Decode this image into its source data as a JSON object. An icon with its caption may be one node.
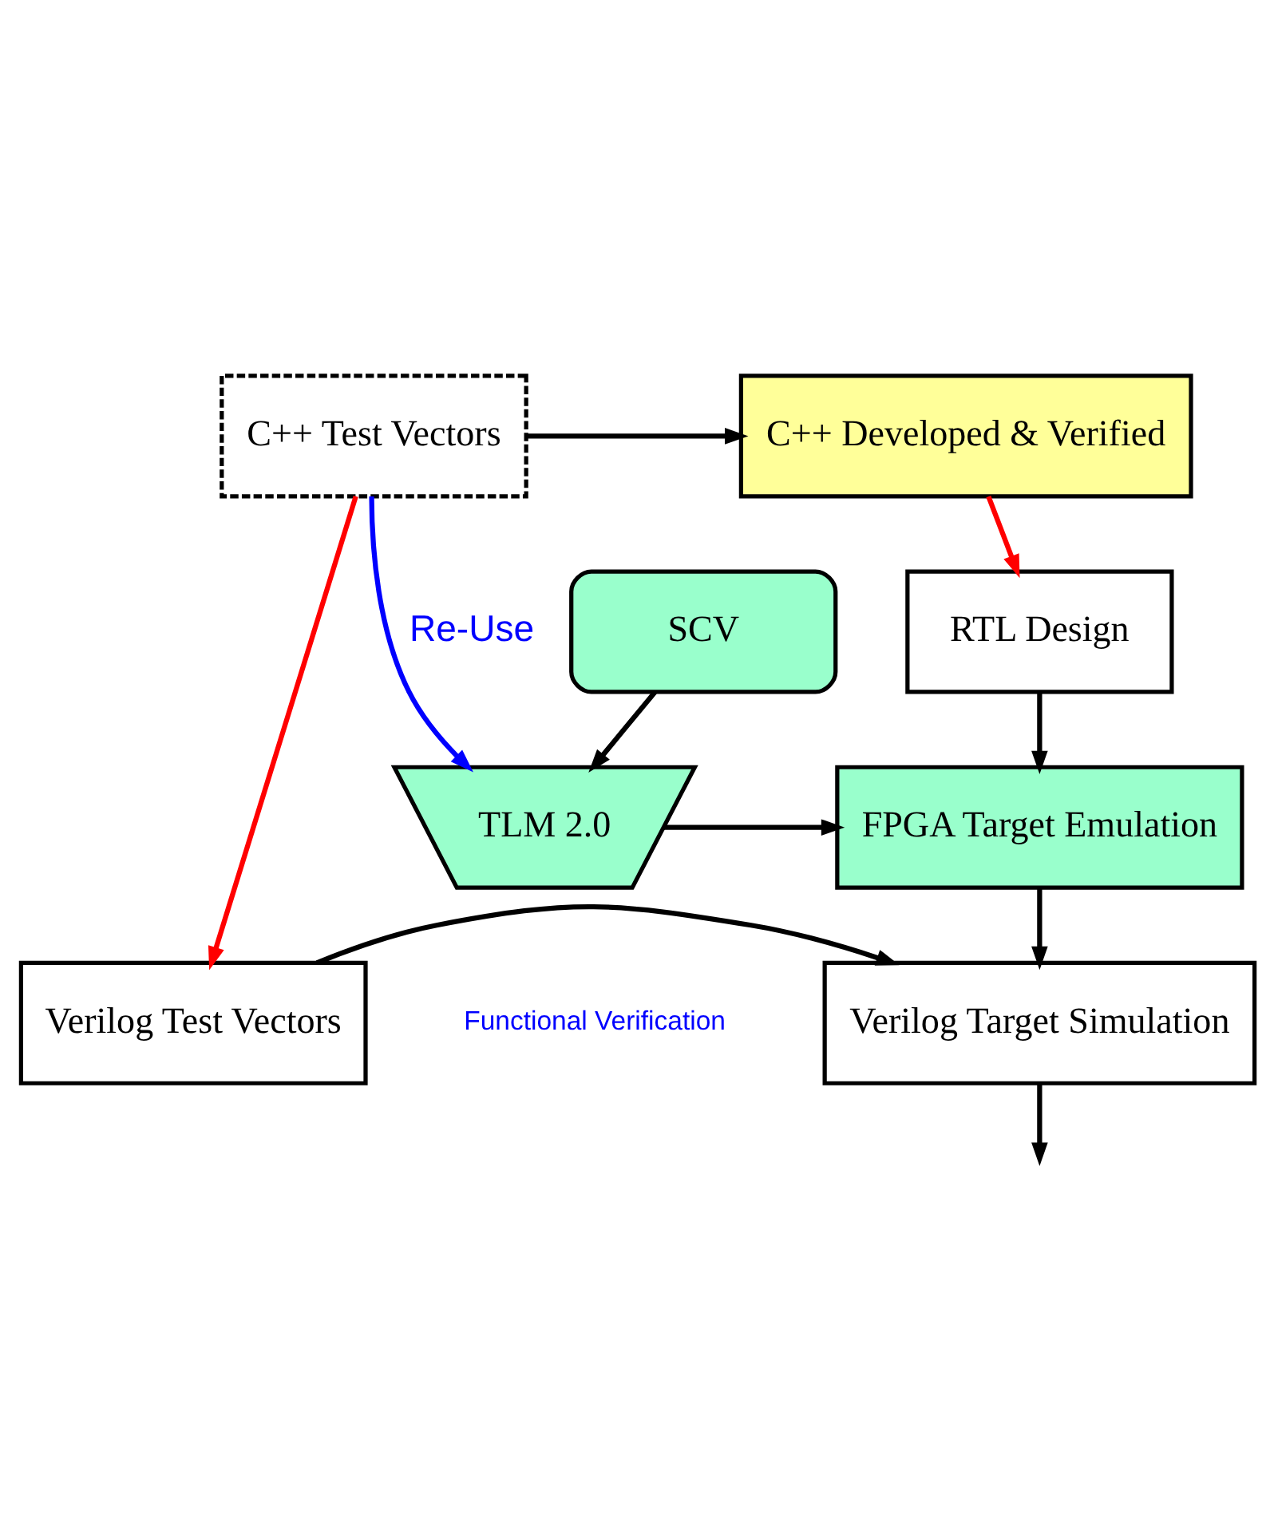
{
  "diagram": {
    "nodes": [
      {
        "text": [
          "C++ Test Vectors"
        ]
      },
      {
        "text": [
          "C++ Developed & Verified"
        ]
      },
      {
        "text": [
          "SCV"
        ]
      },
      {
        "text": [
          "TLM 2.0"
        ]
      },
      {
        "text": [
          "RTL Design"
        ]
      },
      {
        "text": [
          "FPGA Target Emulation"
        ]
      },
      {
        "text": [
          "Verilog Test Vectors"
        ]
      },
      {
        "text": [
          "Verilog Target Simulation"
        ]
      }
    ],
    "edges": [
      {
        "from": 0,
        "to": 1,
        "arrow": "to"
      },
      {
        "from": 0,
        "to": 6,
        "arrow": "to",
        "color": "#ff0000"
      },
      {
        "from": 0,
        "to": 3,
        "arrow": "to",
        "color": "#0000ff",
        "label": "Re-Use"
      },
      {
        "from": 1,
        "to": 4,
        "arrow": "to",
        "color": "#ff0000"
      },
      {
        "from": 2,
        "to": 3,
        "arrow": "to"
      },
      {
        "from": 3,
        "to": 5,
        "arrow": "to"
      },
      {
        "from": 4,
        "to": 5,
        "arrow": "to"
      },
      {
        "from": 5,
        "to": 7,
        "arrow": "to"
      },
      {
        "from": 6,
        "to": 7,
        "arrow": "to"
      },
      {
        "from": 7,
        "to": null,
        "arrow": "to"
      }
    ],
    "labels": [
      "Functional Verification"
    ]
  }
}
